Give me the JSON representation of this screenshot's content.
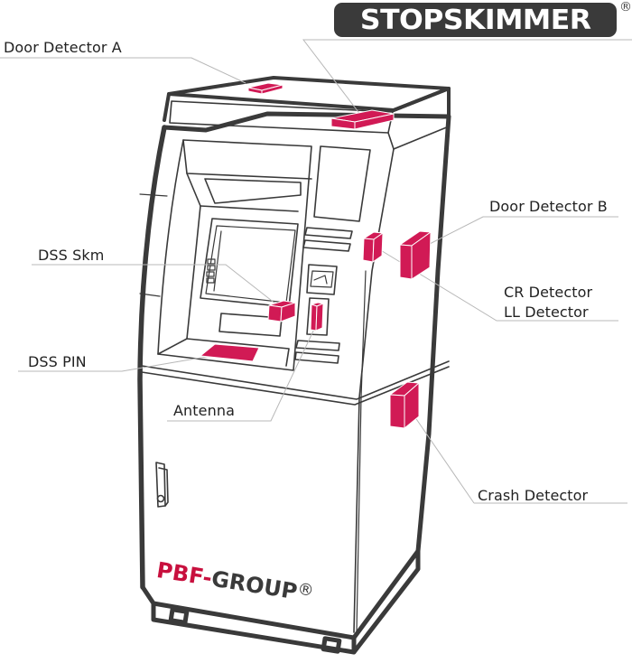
{
  "brand": {
    "product_logo": "STOPSKIMMER",
    "registered_mark": "®",
    "manufacturer_prefix": "PBF-",
    "manufacturer_suffix": "GROUP",
    "manufacturer_mark": "®"
  },
  "colors": {
    "sensor": "#d11a55",
    "outline": "#3a3a3a",
    "leader": "#b8b8b8",
    "logo_bg": "#3a3a3a"
  },
  "callouts": [
    {
      "id": "door-detector-a",
      "label": "Door Detector A"
    },
    {
      "id": "door-detector-b",
      "label": "Door Detector B"
    },
    {
      "id": "cr-detector",
      "label": "CR Detector"
    },
    {
      "id": "ll-detector",
      "label": "LL Detector"
    },
    {
      "id": "dss-skm",
      "label": "DSS Skm"
    },
    {
      "id": "dss-pin",
      "label": "DSS PIN"
    },
    {
      "id": "antenna",
      "label": "Antenna"
    },
    {
      "id": "crash-detector",
      "label": "Crash Detector"
    }
  ]
}
